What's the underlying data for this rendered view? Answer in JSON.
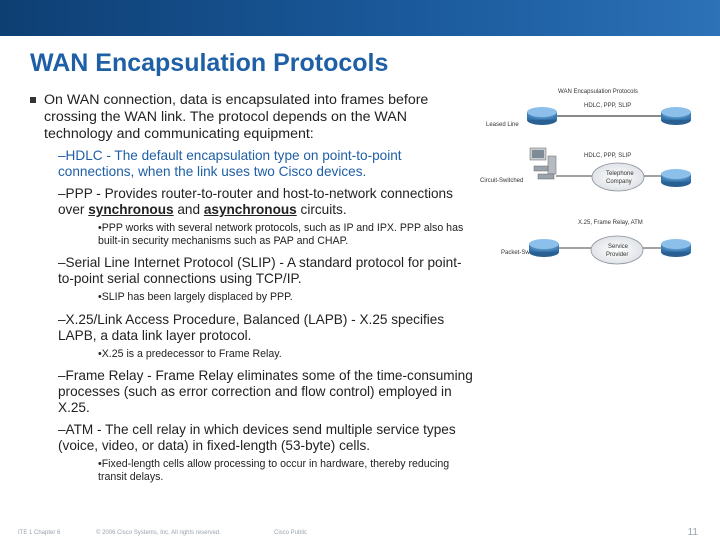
{
  "slide": {
    "title": "WAN Encapsulation Protocols",
    "intro": "On WAN connection, data is encapsulated into frames before crossing the WAN link. The protocol depends on the WAN technology and communicating equipment:",
    "hdlc": "–HDLC - The default encapsulation type on point-to-point connections, when the link uses two Cisco devices.",
    "ppp_a": "–PPP - Provides router-to-router and host-to-network connections over ",
    "ppp_sync": "synchronous",
    "ppp_and": " and ",
    "ppp_async": "asynchronous",
    "ppp_b": " circuits.",
    "ppp_sub": "•PPP works with several network protocols, such as IP and IPX. PPP also has built-in security mechanisms such as PAP and CHAP.",
    "slip": "–Serial Line Internet Protocol (SLIP) - A standard protocol for point-to-point serial connections using TCP/IP.",
    "slip_sub": "•SLIP has been largely displaced by PPP.",
    "x25": "–X.25/Link Access Procedure, Balanced (LAPB) - X.25 specifies LAPB, a data link layer protocol.",
    "x25_sub": "•X.25 is a predecessor to Frame Relay.",
    "fr": "–Frame Relay - Frame Relay eliminates some of the time-consuming processes (such as error correction and flow control) employed in X.25.",
    "atm": "–ATM - The cell relay in which devices send multiple service types (voice, video, or data) in fixed-length (53-byte) cells.",
    "atm_sub": "•Fixed-length cells allow processing to occur in hardware, thereby reducing transit delays."
  },
  "diagram": {
    "title": "WAN Encapsulation Protocols",
    "leased_line": "Leased Line",
    "circuit_switched": "Circuit-Switched",
    "packet_switched": "Packet-Switched",
    "proto_leased": "HDLC, PPP, SLIP",
    "proto_circuit": "HDLC, PPP, SLIP",
    "proto_packet": "X.25, Frame Relay, ATM",
    "telephone_company_1": "Telephone",
    "telephone_company_2": "Company",
    "service_provider_1": "Service",
    "service_provider_2": "Provider"
  },
  "footer": {
    "chapter": "ITE 1 Chapter 6",
    "copyright": "© 2006 Cisco Systems, Inc. All rights reserved.",
    "classification": "Cisco Public",
    "page": "11"
  }
}
